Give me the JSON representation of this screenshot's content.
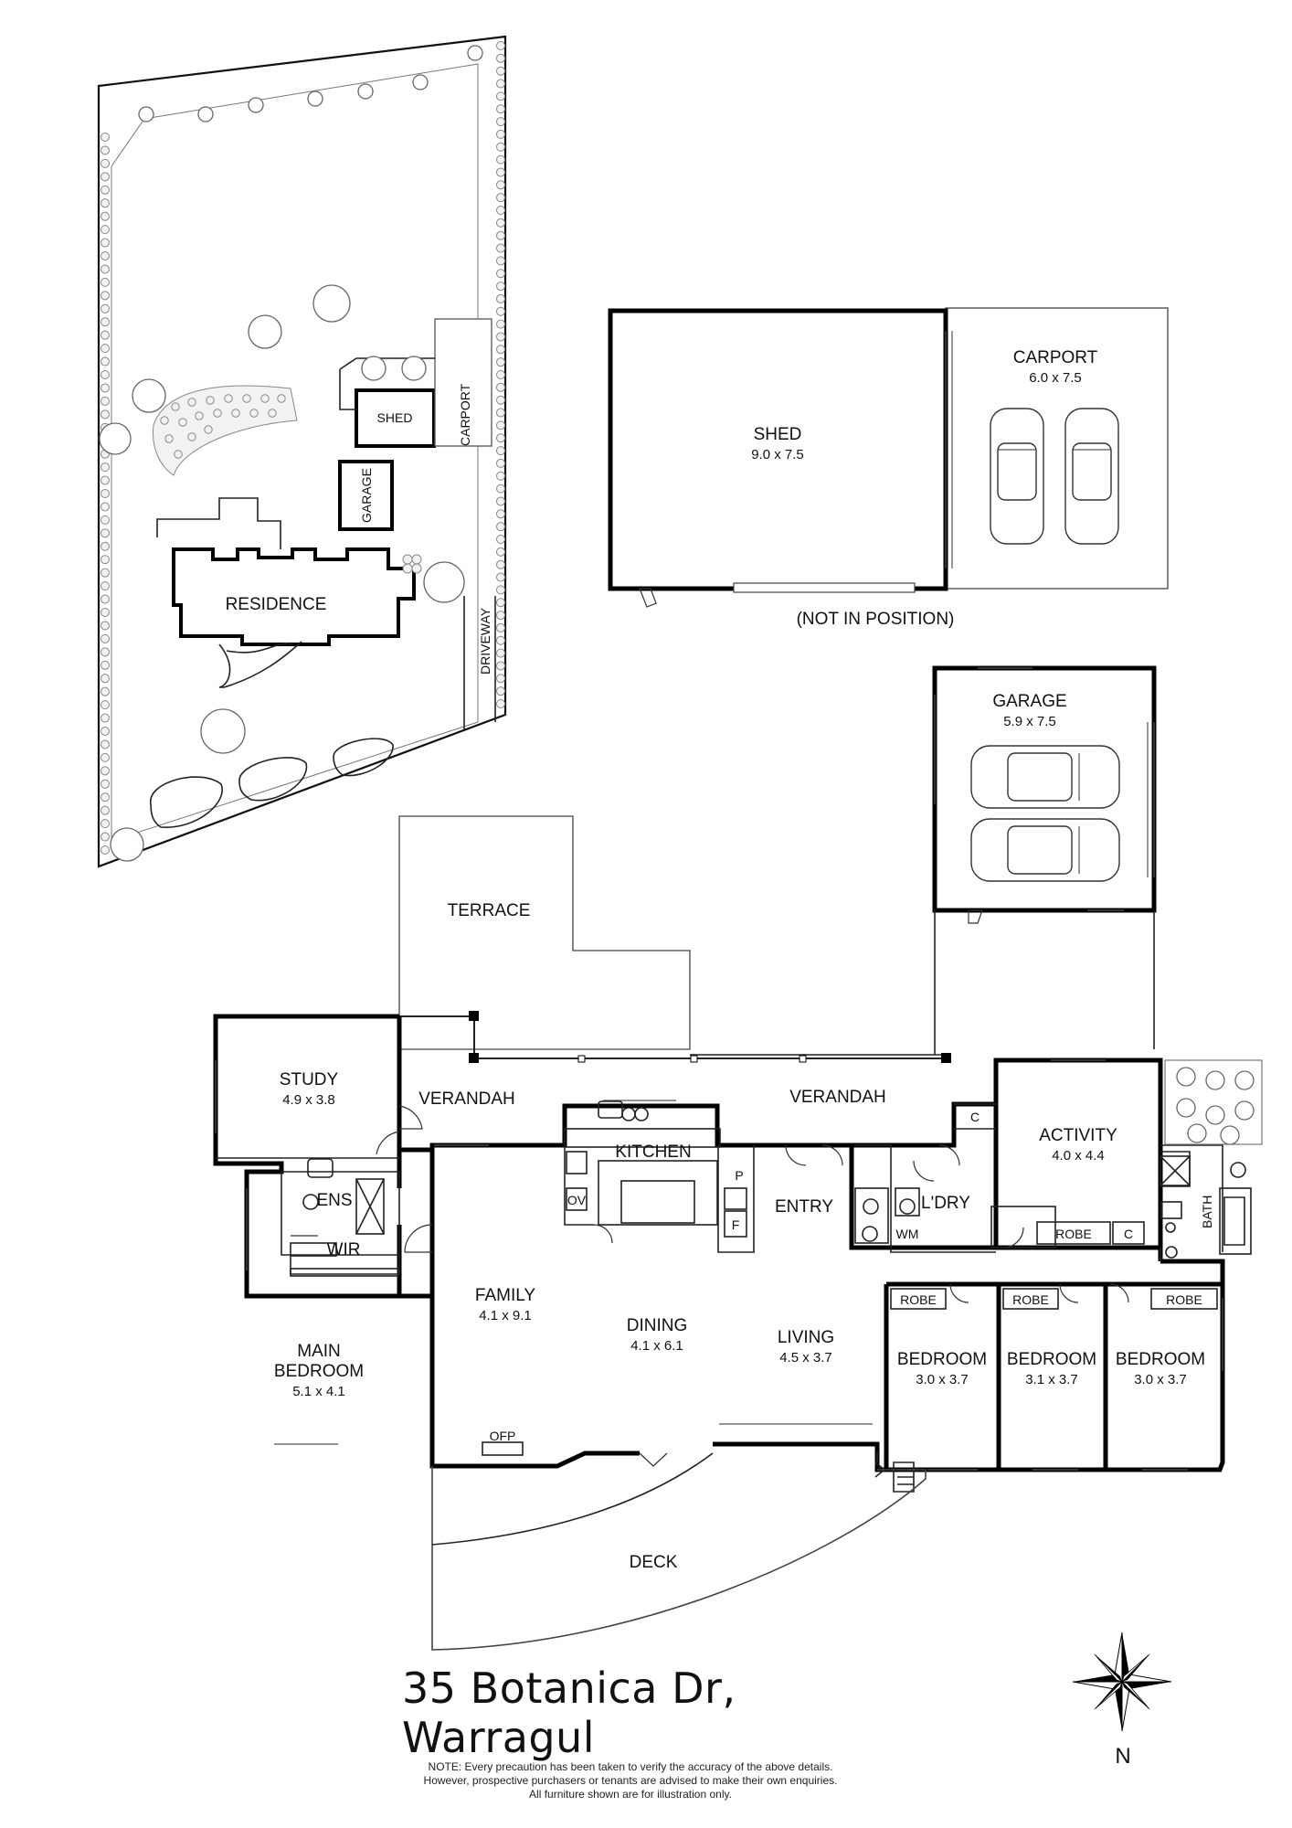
{
  "site_plan": {
    "residence": "RESIDENCE",
    "shed": "SHED",
    "garage": "GARAGE",
    "carport": "CARPORT",
    "driveway": "DRIVEWAY"
  },
  "outbuildings": {
    "shed": {
      "name": "SHED",
      "dim": "9.0 x 7.5"
    },
    "carport": {
      "name": "CARPORT",
      "dim": "6.0 x 7.5"
    },
    "not_in_position": "(NOT IN POSITION)",
    "garage": {
      "name": "GARAGE",
      "dim": "5.9 x 7.5"
    }
  },
  "house": {
    "terrace": "TERRACE",
    "verandah_left": "VERANDAH",
    "verandah_right": "VERANDAH",
    "study": {
      "name": "STUDY",
      "dim": "4.9 x 3.8"
    },
    "ens": "ENS",
    "wir": "WIR",
    "main_bedroom": {
      "name_line1": "MAIN",
      "name_line2": "BEDROOM",
      "dim": "5.1 x 4.1"
    },
    "kitchen": "KITCHEN",
    "ov": "OV",
    "p": "P",
    "f": "F",
    "entry": "ENTRY",
    "c1": "C",
    "c2": "C",
    "ldry": "L'DRY",
    "wm": "WM",
    "activity": {
      "name": "ACTIVITY",
      "dim": "4.0 x 4.4"
    },
    "robe_activity": "ROBE",
    "bath": "BATH",
    "family": {
      "name": "FAMILY",
      "dim": "4.1 x 9.1"
    },
    "dining": {
      "name": "DINING",
      "dim": "4.1 x 6.1"
    },
    "living": {
      "name": "LIVING",
      "dim": "4.5 x 3.7"
    },
    "bedroom1": {
      "name": "BEDROOM",
      "dim": "3.0 x 3.7",
      "robe": "ROBE"
    },
    "bedroom2": {
      "name": "BEDROOM",
      "dim": "3.1 x 3.7",
      "robe": "ROBE"
    },
    "bedroom3": {
      "name": "BEDROOM",
      "dim": "3.0 x 3.7",
      "robe": "ROBE"
    },
    "ofp": "OFP",
    "deck": "DECK"
  },
  "address": "35 Botanica Dr, Warragul",
  "note_lines": [
    "NOTE: Every precaution has been taken to verify the accuracy of the above details.",
    "However, prospective purchasers or tenants are advised to make their own enquiries.",
    "All furniture shown are for illustration only."
  ],
  "north_label": "N"
}
